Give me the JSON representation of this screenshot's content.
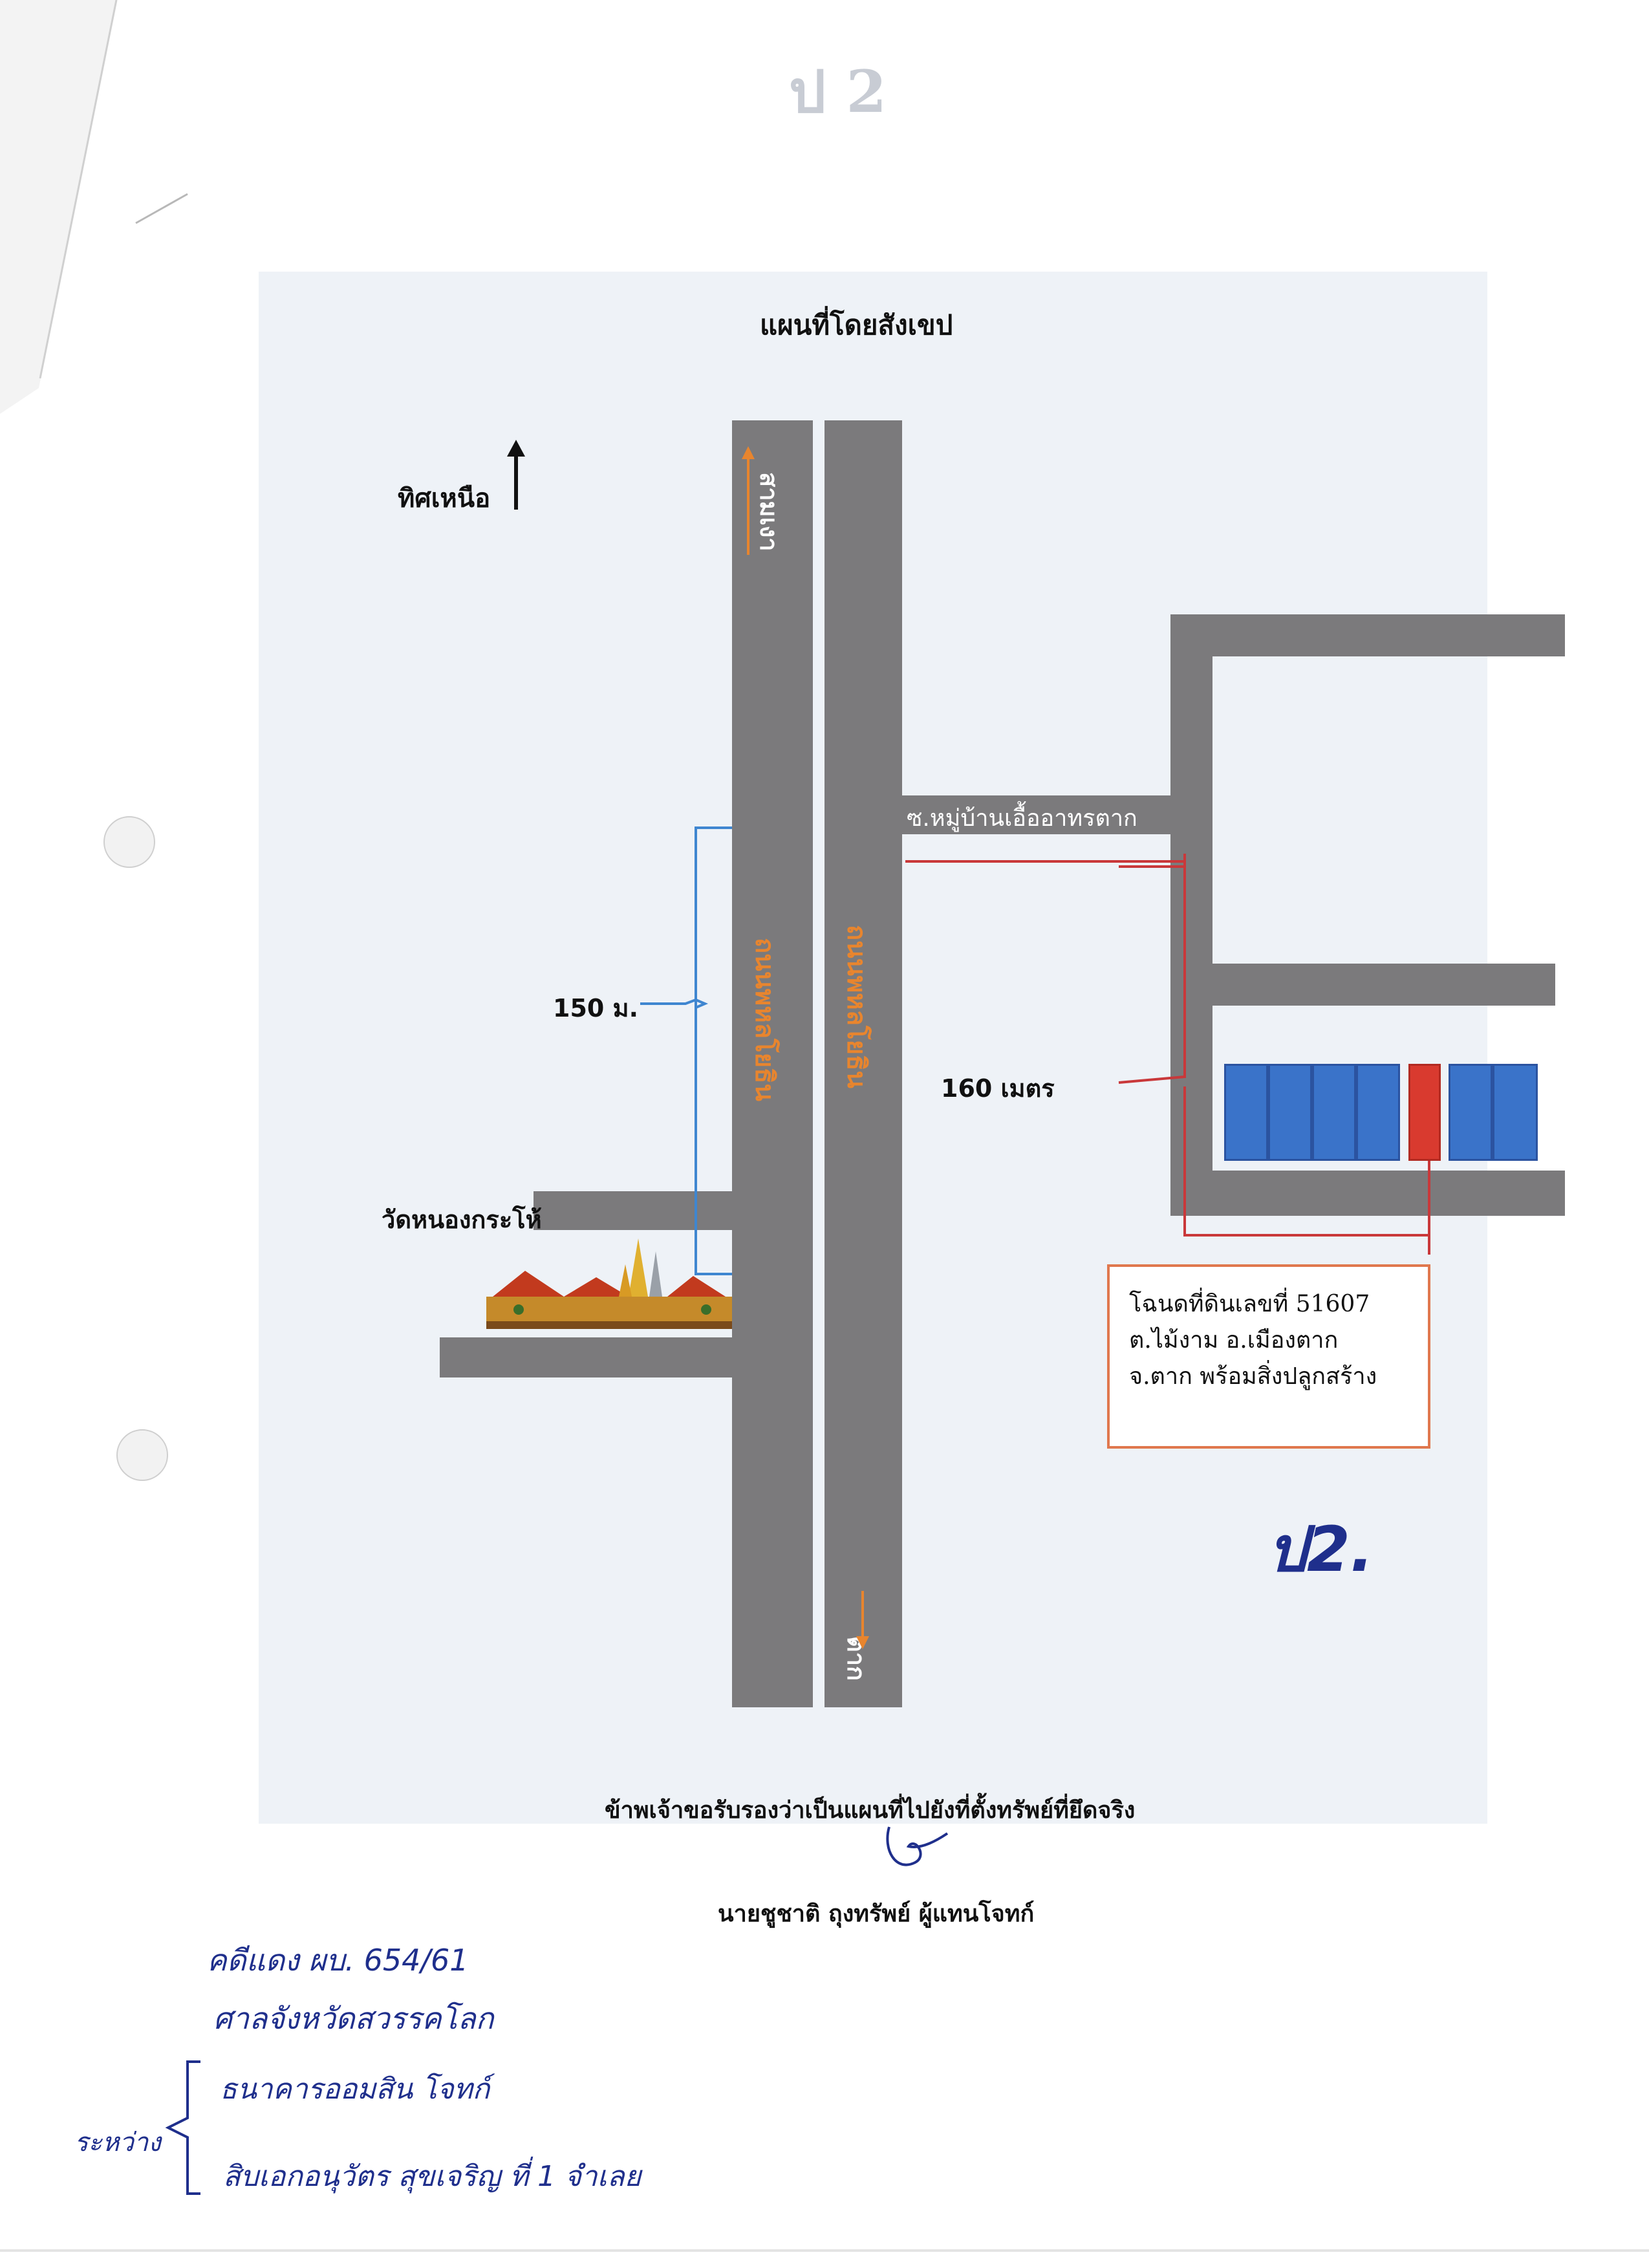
{
  "page_header_faint": "ป 2",
  "map": {
    "title": "แผนที่โดยสังเขป",
    "north_label": "ทิศเหนือ",
    "road_main_west": "ถนนพหลโยธิน",
    "road_main_east": "ถนนพหลโยธิน",
    "direction_north": "สามเงา",
    "direction_south": "ตาก",
    "soi_label": "ซ.หมู่บ้านเอื้ออาทรตาก",
    "distance_150": "150 ม.",
    "distance_160": "160 เมตร",
    "temple_label": "วัดหนองกระโห้",
    "deed": {
      "line1": "โฉนดที่ดินเลขที่ 51607",
      "line2": "ต.ไม้งาม  อ.เมืองตาก",
      "line3": "จ.ตาก  พร้อมสิ่งปลูกสร้าง"
    },
    "plot_count": 7,
    "highlighted_plot_index": 4,
    "colors": {
      "road": "#7b7a7c",
      "plot": "#3a73c9",
      "highlight_plot": "#d93a2f",
      "distance_150_bracket": "#3f86d0",
      "distance_160_bracket": "#c9383a",
      "deed_border": "#e0784e",
      "road_label": "#e8852e"
    }
  },
  "handwritten_mark": "ป2.",
  "certification": "ข้าพเจ้าขอรับรองว่าเป็นแผนที่ไปยังที่ตั้งทรัพย์ที่ยึดจริง",
  "signer": "นายชูชาติ ถุงทรัพย์ ผู้แทนโจทก์",
  "notes": {
    "line1": "คดีแดง ผบ. 654/61",
    "line2": "ศาลจังหวัดสวรรคโลก",
    "side_label": "ระหว่าง",
    "line3": "ธนาคารออมสิน  โจทก์",
    "line4": "สิบเอกอนุวัตร สุขเจริญ  ที่ 1  จำเลย"
  }
}
